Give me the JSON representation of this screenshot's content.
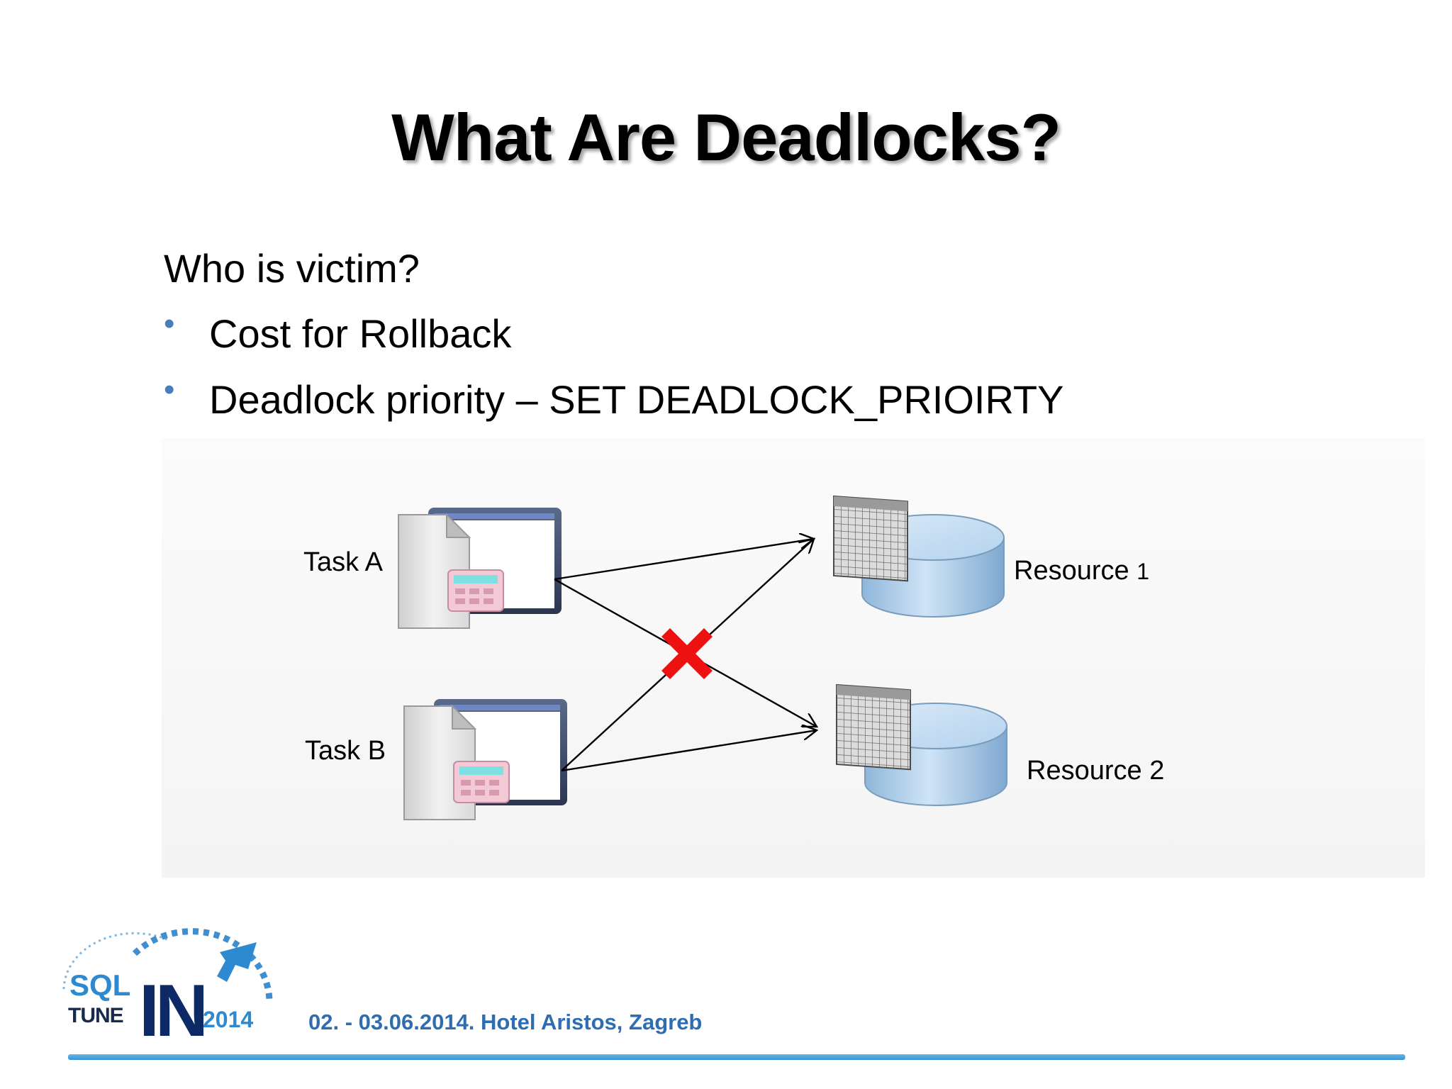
{
  "slide": {
    "title": "What Are Deadlocks?",
    "heading": "Who is victim?",
    "bullets": [
      "Cost for Rollback",
      "Deadlock priority – SET DEADLOCK_PRIOIRTY"
    ]
  },
  "diagram": {
    "task_a": "Task A",
    "task_b": "Task B",
    "resource_1": {
      "name": "Resource",
      "number": "1"
    },
    "resource_2": "Resource 2",
    "block_marker_color": "#ee1111",
    "database_color": "#bfdaf2"
  },
  "footer": {
    "logo": {
      "sql": "SQL",
      "tune": "TUNE",
      "in": "IN",
      "year": "2014"
    },
    "event": "02. - 03.06.2014. Hotel Aristos, Zagreb",
    "accent_color": "#2e6db1"
  }
}
